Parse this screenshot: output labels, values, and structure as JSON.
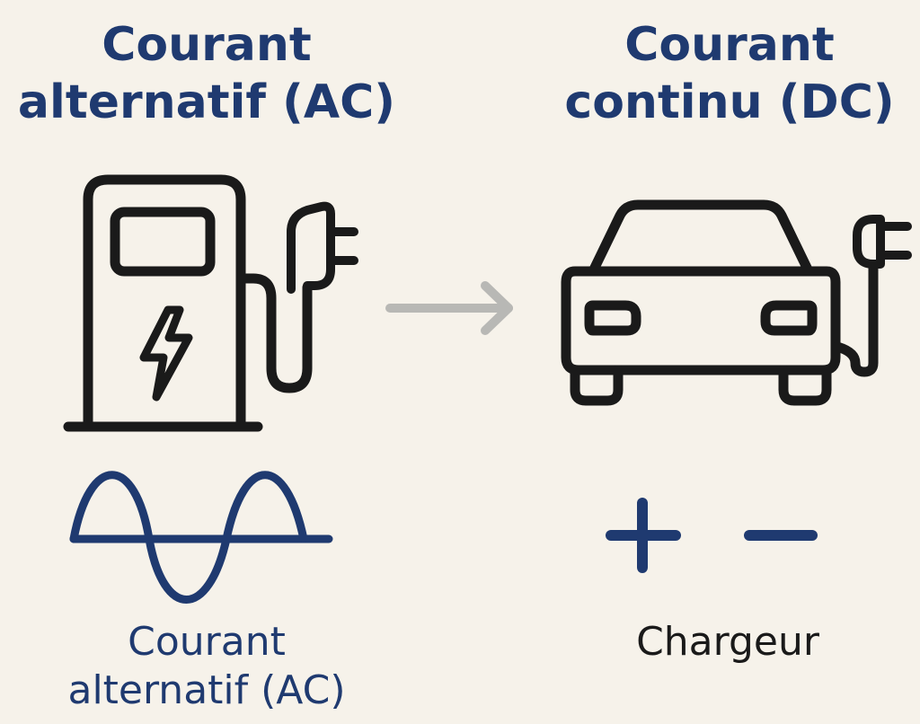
{
  "titles": {
    "ac_line1": "Courant",
    "ac_line2": "alternatif (AC)",
    "dc_line1": "Courant",
    "dc_line2": "continu (DC)"
  },
  "captions": {
    "ac_line1": "Courant",
    "ac_line2": "alternatif (AC)",
    "dc": "Chargeur"
  },
  "colors": {
    "background": "#f6f2ea",
    "navy": "#1f3a70",
    "outline": "#1a1a1a",
    "arrow": "#b8b8b5"
  },
  "icons": [
    "charging-station-icon",
    "lightning-bolt-icon",
    "plug-icon",
    "arrow-right-icon",
    "electric-car-icon",
    "sine-wave-icon",
    "plus-icon",
    "minus-icon"
  ]
}
